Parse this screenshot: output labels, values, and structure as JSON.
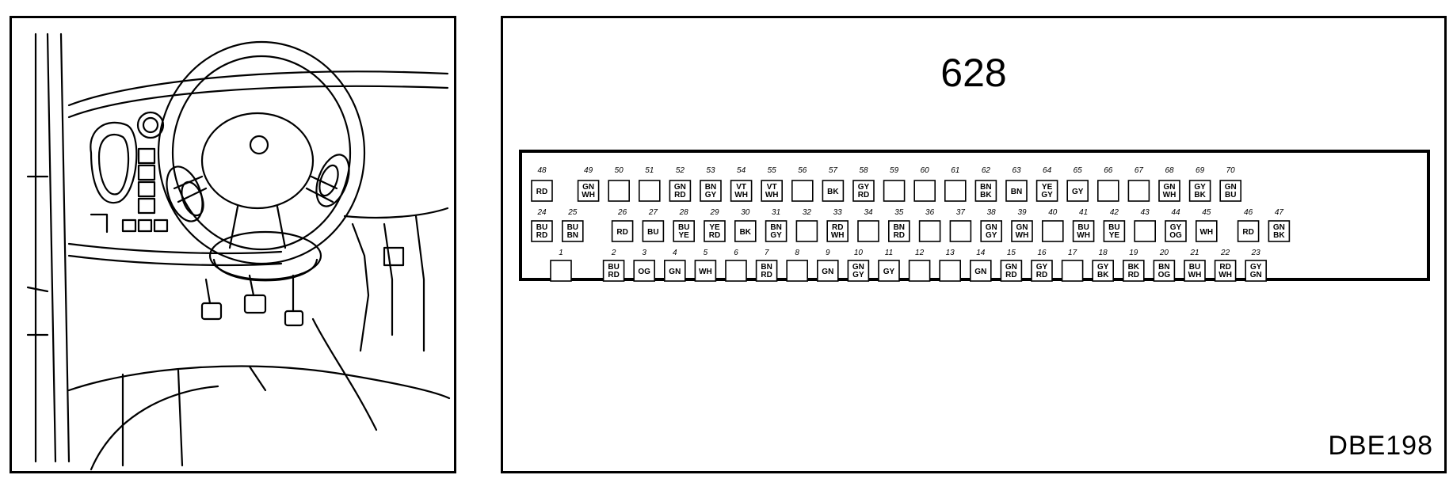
{
  "connector": {
    "title": "628",
    "code": "DBE198",
    "rows": [
      [
        {
          "pin": "48",
          "colors": [
            "RD"
          ]
        },
        {
          "pin": "49",
          "colors": [
            "GN",
            "WH"
          ]
        },
        {
          "pin": "50",
          "colors": []
        },
        {
          "pin": "51",
          "colors": []
        },
        {
          "pin": "52",
          "colors": [
            "GN",
            "RD"
          ]
        },
        {
          "pin": "53",
          "colors": [
            "BN",
            "GY"
          ]
        },
        {
          "pin": "54",
          "colors": [
            "VT",
            "WH"
          ]
        },
        {
          "pin": "55",
          "colors": [
            "VT",
            "WH"
          ]
        },
        {
          "pin": "56",
          "colors": []
        },
        {
          "pin": "57",
          "colors": [
            "BK"
          ]
        },
        {
          "pin": "58",
          "colors": [
            "GY",
            "RD"
          ]
        },
        {
          "pin": "59",
          "colors": []
        },
        {
          "pin": "60",
          "colors": []
        },
        {
          "pin": "61",
          "colors": []
        },
        {
          "pin": "62",
          "colors": [
            "BN",
            "BK"
          ]
        },
        {
          "pin": "63",
          "colors": [
            "BN"
          ]
        },
        {
          "pin": "64",
          "colors": [
            "YE",
            "GY"
          ]
        },
        {
          "pin": "65",
          "colors": [
            "GY"
          ]
        },
        {
          "pin": "66",
          "colors": []
        },
        {
          "pin": "67",
          "colors": []
        },
        {
          "pin": "68",
          "colors": [
            "GN",
            "WH"
          ]
        },
        {
          "pin": "69",
          "colors": [
            "GY",
            "BK"
          ]
        },
        {
          "pin": "70",
          "colors": [
            "GN",
            "BU"
          ]
        }
      ],
      [
        {
          "pin": "24",
          "colors": [
            "BU",
            "RD"
          ]
        },
        {
          "pin": "25",
          "colors": [
            "BU",
            "BN"
          ]
        },
        {
          "pin": "26",
          "colors": [
            "RD"
          ]
        },
        {
          "pin": "27",
          "colors": [
            "BU"
          ]
        },
        {
          "pin": "28",
          "colors": [
            "BU",
            "YE"
          ]
        },
        {
          "pin": "29",
          "colors": [
            "YE",
            "RD"
          ]
        },
        {
          "pin": "30",
          "colors": [
            "BK"
          ]
        },
        {
          "pin": "31",
          "colors": [
            "BN",
            "GY"
          ]
        },
        {
          "pin": "32",
          "colors": []
        },
        {
          "pin": "33",
          "colors": [
            "RD",
            "WH"
          ]
        },
        {
          "pin": "34",
          "colors": []
        },
        {
          "pin": "35",
          "colors": [
            "BN",
            "RD"
          ]
        },
        {
          "pin": "36",
          "colors": []
        },
        {
          "pin": "37",
          "colors": []
        },
        {
          "pin": "38",
          "colors": [
            "GN",
            "GY"
          ]
        },
        {
          "pin": "39",
          "colors": [
            "GN",
            "WH"
          ]
        },
        {
          "pin": "40",
          "colors": []
        },
        {
          "pin": "41",
          "colors": [
            "BU",
            "WH"
          ]
        },
        {
          "pin": "42",
          "colors": [
            "BU",
            "YE"
          ]
        },
        {
          "pin": "43",
          "colors": []
        },
        {
          "pin": "44",
          "colors": [
            "GY",
            "OG"
          ]
        },
        {
          "pin": "45",
          "colors": [
            "WH"
          ]
        },
        {
          "pin": "46",
          "colors": [
            "RD"
          ]
        },
        {
          "pin": "47",
          "colors": [
            "GN",
            "BK"
          ]
        }
      ],
      [
        {
          "pin": "1",
          "colors": []
        },
        {
          "pin": "2",
          "colors": [
            "BU",
            "RD"
          ]
        },
        {
          "pin": "3",
          "colors": [
            "OG"
          ]
        },
        {
          "pin": "4",
          "colors": [
            "GN"
          ]
        },
        {
          "pin": "5",
          "colors": [
            "WH"
          ]
        },
        {
          "pin": "6",
          "colors": []
        },
        {
          "pin": "7",
          "colors": [
            "BN",
            "RD"
          ]
        },
        {
          "pin": "8",
          "colors": []
        },
        {
          "pin": "9",
          "colors": [
            "GN"
          ]
        },
        {
          "pin": "10",
          "colors": [
            "GN",
            "GY"
          ]
        },
        {
          "pin": "11",
          "colors": [
            "GY"
          ]
        },
        {
          "pin": "12",
          "colors": []
        },
        {
          "pin": "13",
          "colors": []
        },
        {
          "pin": "14",
          "colors": [
            "GN"
          ]
        },
        {
          "pin": "15",
          "colors": [
            "GN",
            "RD"
          ]
        },
        {
          "pin": "16",
          "colors": [
            "GY",
            "RD"
          ]
        },
        {
          "pin": "17",
          "colors": []
        },
        {
          "pin": "18",
          "colors": [
            "GY",
            "BK"
          ]
        },
        {
          "pin": "19",
          "colors": [
            "BK",
            "RD"
          ]
        },
        {
          "pin": "20",
          "colors": [
            "BN",
            "OG"
          ]
        },
        {
          "pin": "21",
          "colors": [
            "BU",
            "WH"
          ]
        },
        {
          "pin": "22",
          "colors": [
            "RD",
            "WH"
          ]
        },
        {
          "pin": "23",
          "colors": [
            "GY",
            "GN"
          ]
        }
      ]
    ]
  }
}
